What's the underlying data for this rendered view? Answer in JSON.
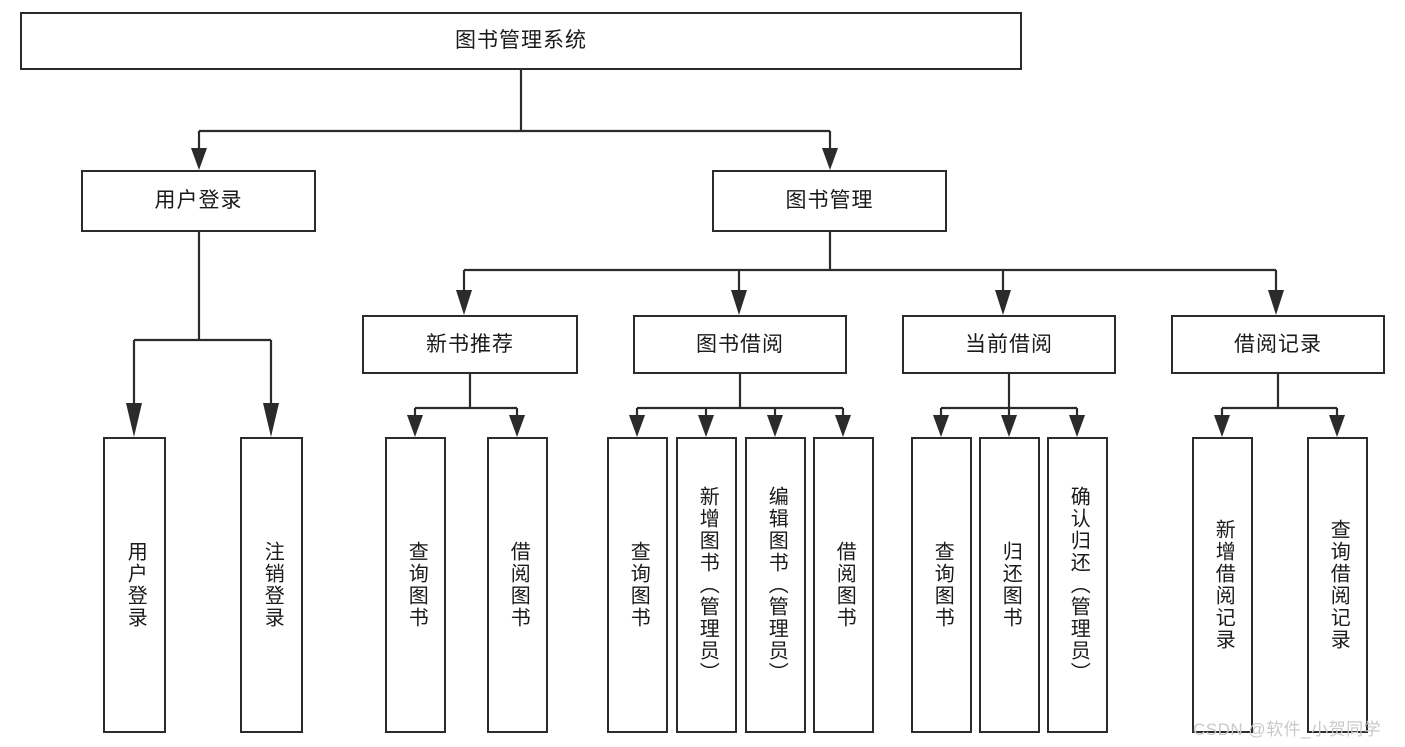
{
  "diagram": {
    "title": "图书管理系统",
    "type": "hierarchy-tree",
    "root": {
      "id": "root",
      "label": "图书管理系统"
    },
    "level2": [
      {
        "id": "user-login",
        "label": "用户登录"
      },
      {
        "id": "book-manage",
        "label": "图书管理"
      }
    ],
    "level3": [
      {
        "id": "new-book-rec",
        "label": "新书推荐",
        "parent": "book-manage"
      },
      {
        "id": "book-borrow",
        "label": "图书借阅",
        "parent": "book-manage"
      },
      {
        "id": "current-borrow",
        "label": "当前借阅",
        "parent": "book-manage"
      },
      {
        "id": "borrow-record",
        "label": "借阅记录",
        "parent": "book-manage"
      }
    ],
    "leaves": [
      {
        "id": "leaf-user-login",
        "label": "用户登录",
        "parent": "user-login"
      },
      {
        "id": "leaf-user-logout",
        "label": "注销登录",
        "parent": "user-login"
      },
      {
        "id": "leaf-rec-query",
        "label": "查询图书",
        "parent": "new-book-rec"
      },
      {
        "id": "leaf-rec-borrow",
        "label": "借阅图书",
        "parent": "new-book-rec"
      },
      {
        "id": "leaf-borrow-query",
        "label": "查询图书",
        "parent": "book-borrow"
      },
      {
        "id": "leaf-borrow-add",
        "label": "新增图书（管理员）",
        "parent": "book-borrow"
      },
      {
        "id": "leaf-borrow-edit",
        "label": "编辑图书（管理员）",
        "parent": "book-borrow"
      },
      {
        "id": "leaf-borrow-lend",
        "label": "借阅图书",
        "parent": "book-borrow"
      },
      {
        "id": "leaf-cur-query",
        "label": "查询图书",
        "parent": "current-borrow"
      },
      {
        "id": "leaf-cur-return",
        "label": "归还图书",
        "parent": "current-borrow"
      },
      {
        "id": "leaf-cur-confirm",
        "label": "确认归还（管理员）",
        "parent": "current-borrow"
      },
      {
        "id": "leaf-rec-add",
        "label": "新增借阅记录",
        "parent": "borrow-record"
      },
      {
        "id": "leaf-rec-query2",
        "label": "查询借阅记录",
        "parent": "borrow-record"
      }
    ]
  },
  "watermark": {
    "text": "CSDN @软件_小贺同学"
  },
  "colors": {
    "stroke": "#2b2b2b",
    "background": "#ffffff",
    "text": "#1a1a1a",
    "watermark": "#c9c9c9"
  }
}
